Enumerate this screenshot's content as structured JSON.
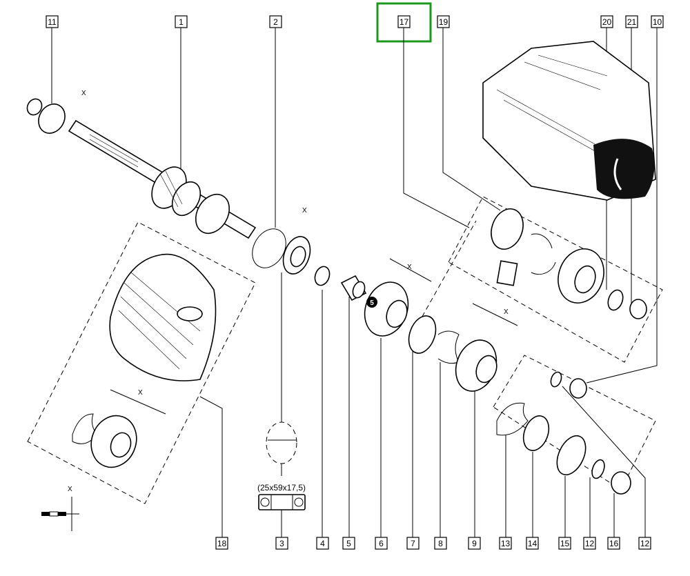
{
  "callouts": {
    "top": [
      "11",
      "1",
      "2",
      "17",
      "19",
      "20",
      "21",
      "10"
    ],
    "bottom": [
      "18",
      "3",
      "4",
      "5",
      "6",
      "7",
      "8",
      "9",
      "13",
      "14",
      "15",
      "12",
      "16",
      "12"
    ]
  },
  "selected_callout": "17",
  "highlight_color": "#1a9a1a",
  "bearing_dimensions": "(25x59x17,5)",
  "axis_marker": "X",
  "badge_number": "5"
}
